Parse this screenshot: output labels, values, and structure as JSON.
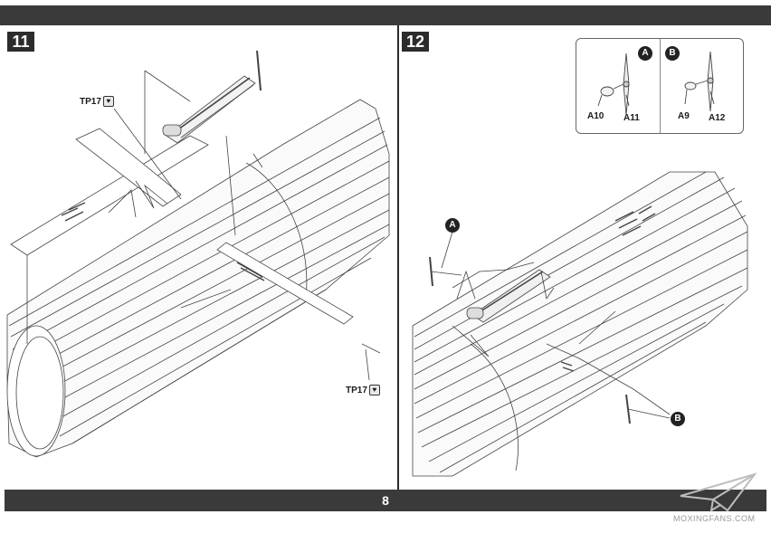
{
  "steps": {
    "step11": {
      "number": "11",
      "part_labels": [
        "TP17",
        "TP17"
      ]
    },
    "step12": {
      "number": "12",
      "detail_a": {
        "callout": "A",
        "parts": [
          "A10",
          "A11"
        ]
      },
      "detail_b": {
        "callout": "B",
        "parts": [
          "A9",
          "A12"
        ]
      },
      "callouts": [
        "A",
        "B"
      ]
    }
  },
  "footer": {
    "page_number": "8"
  },
  "watermark": {
    "text": "MOXINGFANS.COM"
  },
  "icons": {
    "clear_part": "heart-icon"
  }
}
